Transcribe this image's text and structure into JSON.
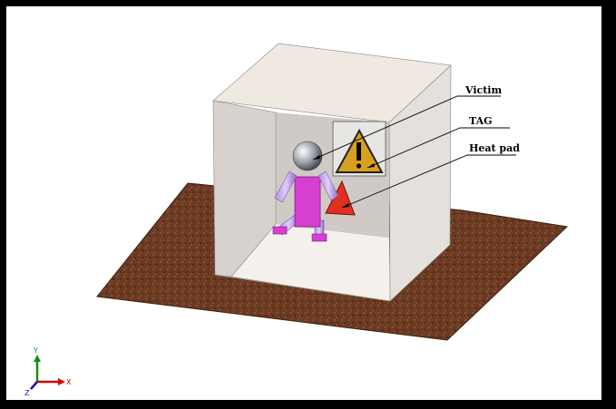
{
  "scene": {
    "callouts": [
      {
        "id": "victim",
        "label": "Victim"
      },
      {
        "id": "tag",
        "label": "TAG"
      },
      {
        "id": "heatpad",
        "label": "Heat pad"
      }
    ],
    "axes": {
      "y_label": "Y",
      "x_label": "X",
      "z_label": "Z"
    },
    "colors": {
      "ground": "#6b3a22",
      "box_top": "#efe9e2",
      "box_front": "#d8d1cf",
      "box_side": "#e6e2df",
      "robot_body": "#d63fd0",
      "warning_sign": "#d8a020",
      "heat_pad": "#e03020",
      "axis_x": "#d00000",
      "axis_y": "#109010",
      "axis_z": "#1010c0"
    }
  }
}
